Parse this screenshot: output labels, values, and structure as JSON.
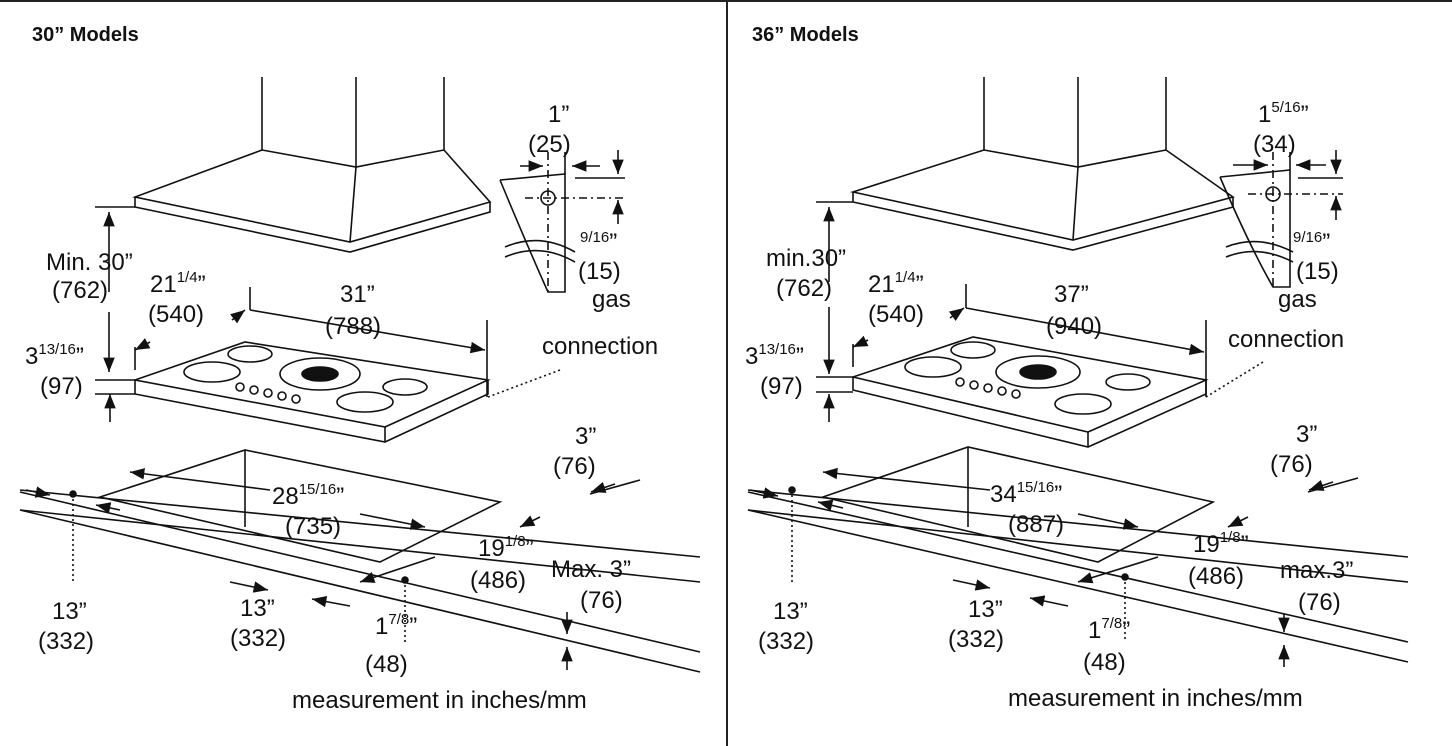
{
  "panels": [
    {
      "title": "30” Models",
      "hood_clearance": {
        "line1": "Min. 30”",
        "line2": "(762)"
      },
      "offset_depth": {
        "whole": "21",
        "frac": "1/4",
        "tail": "”",
        "mm": "(540)"
      },
      "width": {
        "line1": "31”",
        "line2": "(788)"
      },
      "thickness": {
        "whole": "3",
        "frac": "13/16",
        "tail": "”",
        "mm": "(97)"
      },
      "gas_offset": {
        "line1": "1”",
        "line2": "(25)"
      },
      "gas_height": {
        "frac": "9/16",
        "tail": "”",
        "mm": "(15)"
      },
      "gas_label": {
        "line1": "gas",
        "line2": "connection"
      },
      "back_clearance": {
        "line1": "3”",
        "line2": "(76)"
      },
      "cutout_width": {
        "whole": "28",
        "frac": "15/16",
        "tail": "”",
        "mm": "(735)"
      },
      "cutout_depth": {
        "whole": "19",
        "frac": "1/8",
        "tail": "”",
        "mm": "(486)"
      },
      "max_depth": {
        "line1": "Max. 3”",
        "line2": "(76)"
      },
      "side_left": {
        "line1": "13”",
        "line2": "(332)"
      },
      "side_front": {
        "line1": "13”",
        "line2": "(332)"
      },
      "front_offset": {
        "whole": "1",
        "frac": "7/8",
        "tail": "”",
        "mm": "(48)"
      },
      "units_note": "measurement in inches/mm"
    },
    {
      "title": "36” Models",
      "hood_clearance": {
        "line1": "min.30”",
        "line2": "(762)"
      },
      "offset_depth": {
        "whole": "21",
        "frac": "1/4",
        "tail": "”",
        "mm": "(540)"
      },
      "width": {
        "line1": "37”",
        "line2": "(940)"
      },
      "thickness": {
        "whole": "3",
        "frac": "13/16",
        "tail": "”",
        "mm": "(97)"
      },
      "gas_offset": {
        "line1": "1",
        "frac": "5/16",
        "tail": "”",
        "line2": "(34)"
      },
      "gas_height": {
        "frac": "9/16",
        "tail": "”",
        "mm": "(15)"
      },
      "gas_label": {
        "line1": "gas",
        "line2": "connection"
      },
      "back_clearance": {
        "line1": "3”",
        "line2": "(76)"
      },
      "cutout_width": {
        "whole": "34",
        "frac": "15/16",
        "tail": "”",
        "mm": "(887)"
      },
      "cutout_depth": {
        "whole": "19",
        "frac": "1/8",
        "tail": "”",
        "mm": "(486)"
      },
      "max_depth": {
        "line1": "max.3”",
        "line2": "(76)"
      },
      "side_left": {
        "line1": "13”",
        "line2": "(332)"
      },
      "side_front": {
        "line1": "13”",
        "line2": "(332)"
      },
      "front_offset": {
        "whole": "1",
        "frac": "7/8",
        "tail": "”",
        "mm": "(48)"
      },
      "units_note": "measurement in inches/mm"
    }
  ],
  "colors": {
    "line": "#111111",
    "background": "#ffffff"
  }
}
